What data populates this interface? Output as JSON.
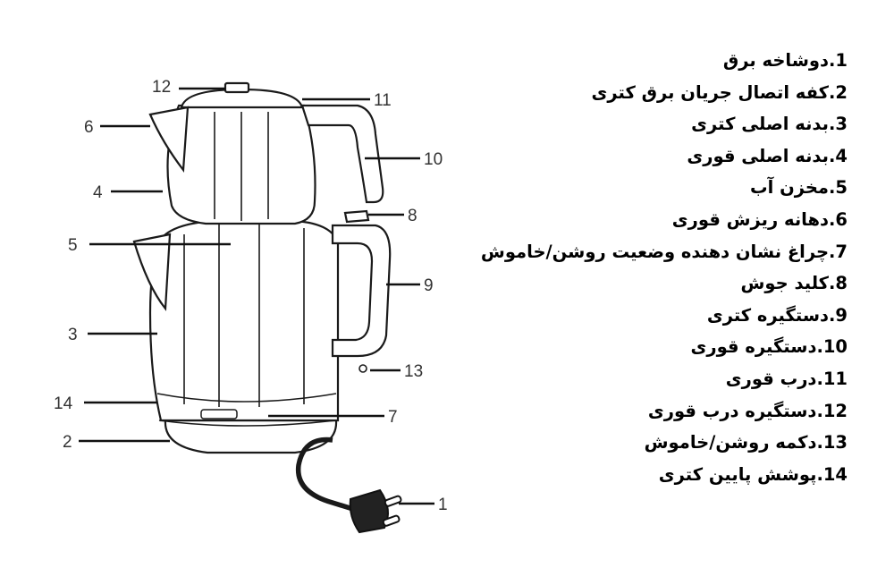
{
  "callout_numbers": [
    "1",
    "2",
    "3",
    "4",
    "5",
    "6",
    "7",
    "8",
    "9",
    "10",
    "11",
    "12",
    "13",
    "14"
  ],
  "legend": [
    "1.دوشاخه برق",
    "2.کفه اتصال جریان برق کتری",
    "3.بدنه اصلی کتری",
    "4.بدنه اصلی قوری",
    "5.مخزن آب",
    "6.دهانه ریزش قوری",
    "7.چراغ نشان دهنده وضعیت روشن/خاموش",
    "8.کلید جوش",
    "9.دستگیره کتری",
    "10.دستگیره قوری",
    "11.درب قوری",
    "12.دستگیره درب قوری",
    "13.دکمه روشن/خاموش",
    "14.پوشش پایین کتری"
  ],
  "colors": {
    "line": "#1a1a1a",
    "background": "#ffffff",
    "plug": "#222222"
  }
}
